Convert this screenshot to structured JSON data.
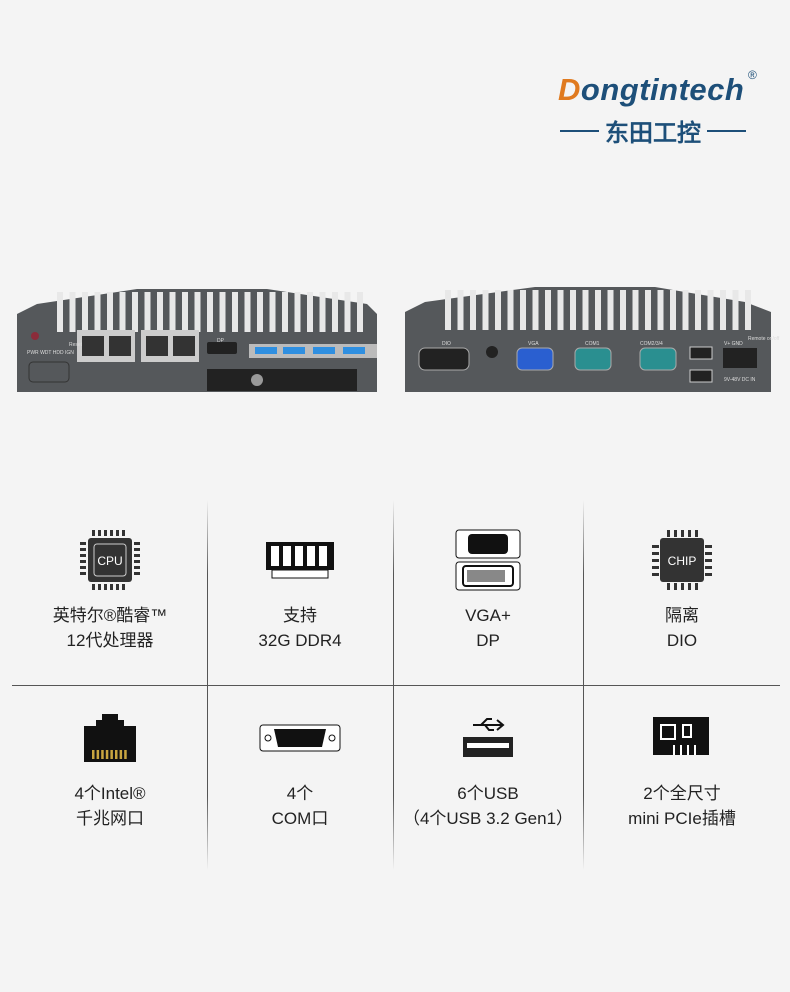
{
  "logo": {
    "brand_en": "Dongtintech",
    "registered": "®",
    "brand_cn": "东田工控"
  },
  "devices": {
    "front": {
      "labels": [
        "PWR",
        "WDT",
        "HDD",
        "IGN",
        "Reset",
        "DP"
      ]
    },
    "rear": {
      "labels": [
        "DIO",
        "VGA",
        "COM1",
        "COM2/3/4",
        "V+ GND",
        "Remote on/off",
        "9V-48V DC IN"
      ]
    }
  },
  "features": [
    {
      "icon": "cpu-icon",
      "icon_text": "CPU",
      "line1": "英特尔®酷睿™",
      "line2": "12代处理器"
    },
    {
      "icon": "ram-icon",
      "line1": "支持",
      "line2": "32G DDR4"
    },
    {
      "icon": "vga-dvi-icon",
      "line1": "VGA+",
      "line2": "DP"
    },
    {
      "icon": "chip-icon",
      "icon_text": "CHIP",
      "line1": "隔离",
      "line2": "DIO"
    },
    {
      "icon": "ethernet-icon",
      "line1": "4个Intel®",
      "line2": "千兆网口"
    },
    {
      "icon": "serial-port-icon",
      "line1": "4个",
      "line2": "COM口"
    },
    {
      "icon": "usb-icon",
      "line1": "6个USB",
      "line2": "（4个USB 3.2 Gen1）"
    },
    {
      "icon": "pcie-card-icon",
      "line1": "2个全尺寸",
      "line2": "mini PCIe插槽"
    }
  ],
  "colors": {
    "background": "#f4f4f4",
    "brand_blue": "#1d4f79",
    "brand_orange": "#e07a1f",
    "device_body": "#55585b"
  }
}
